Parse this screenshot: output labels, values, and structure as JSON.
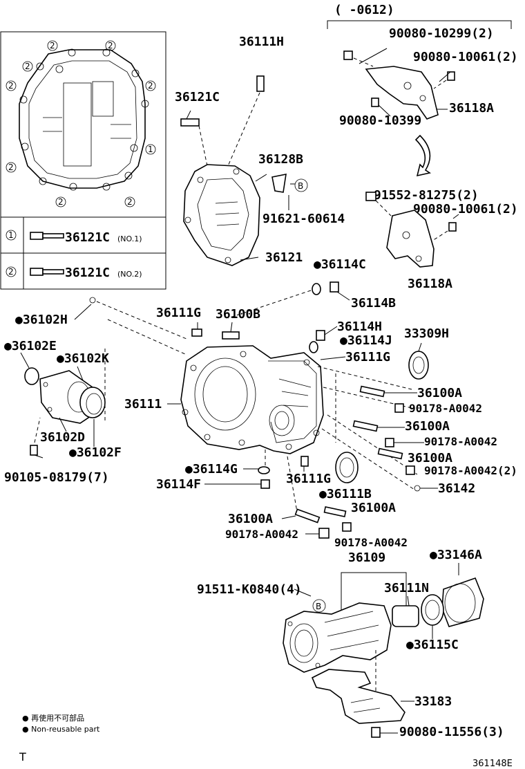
{
  "period": "(      -0612)",
  "labels": {
    "l_36111H": "36111H",
    "l_36121C": "36121C",
    "l_36128B": "36128B",
    "l_91621": "91621-60614",
    "l_36121": "36121",
    "l_36114C": "●36114C",
    "l_36114B": "36114B",
    "l_36102H": "●36102H",
    "l_36111G_a": "36111G",
    "l_36100B": "36100B",
    "l_36114H": "36114H",
    "l_36114J": "●36114J",
    "l_33309H": "33309H",
    "l_36111G_b": "36111G",
    "l_36102E": "●36102E",
    "l_36102K": "●36102K",
    "l_36111": "36111",
    "l_36100A_1": "36100A",
    "l_90178_1": "90178-A0042",
    "l_36100A_2": "36100A",
    "l_90178_2": "90178-A0042",
    "l_36100A_3": "36100A",
    "l_90178_3": "90178-A0042(2)",
    "l_36102D": "36102D",
    "l_36102F": "●36102F",
    "l_90105": "90105-08179(7)",
    "l_36114G": "●36114G",
    "l_36111G_c": "36111G",
    "l_36114F": "36114F",
    "l_36142": "36142",
    "l_36111B": "●36111B",
    "l_36100A_4": "36100A",
    "l_36100A_5": "36100A",
    "l_90178_4": "90178-A0042",
    "l_90178_5": "90178-A0042",
    "l_36109": "36109",
    "l_33146A": "●33146A",
    "l_91511": "91511-K0840(4)",
    "l_36111N": "36111N",
    "l_36115C": "●36115C",
    "l_33183": "33183",
    "l_90080_11556": "90080-11556(3)",
    "l_90080_10299": "90080-10299(2)",
    "l_90080_10061_a": "90080-10061(2)",
    "l_36118A_a": "36118A",
    "l_90080_10399": "90080-10399",
    "l_91552": "91552-81275(2)",
    "l_90080_10061_b": "90080-10061(2)",
    "l_36118A_b": "36118A"
  },
  "inset": {
    "marker_1": "1",
    "marker_2": "2",
    "row1_label": "36121C",
    "row1_note": "(NO.1)",
    "row2_label": "36121C",
    "row2_note": "(NO.2)"
  },
  "callout_B": "B",
  "legend": {
    "line1": "● 再使用不可部品",
    "line2": "● Non-reusable part"
  },
  "footer": {
    "left": "T",
    "code": "361148E"
  }
}
